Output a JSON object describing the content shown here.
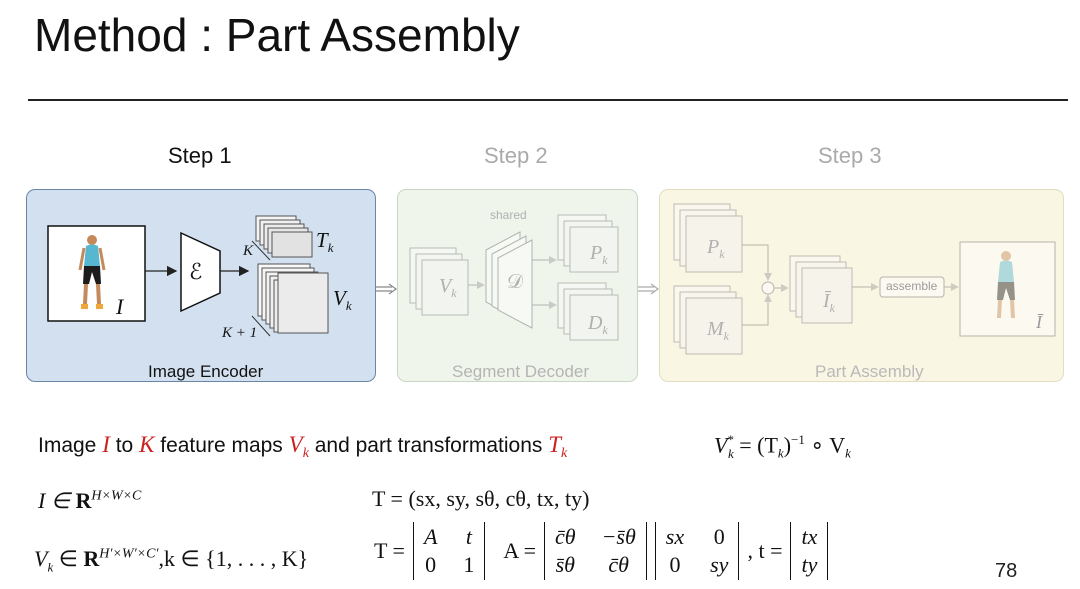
{
  "title": "Method : Part Assembly",
  "steps": [
    "Step 1",
    "Step 2",
    "Step 3"
  ],
  "panels": {
    "encoder": {
      "caption": "Image Encoder",
      "input_label": "I",
      "encoder_symbol": "ℰ",
      "transform_label": "T",
      "transform_sub": "k",
      "feature_label": "V",
      "feature_sub": "k",
      "dim_k": "K",
      "dim_k1": "K + 1"
    },
    "decoder": {
      "caption": "Segment Decoder",
      "shared_label": "shared",
      "decoder_symbol": "𝒟",
      "input_label": "V",
      "input_sub": "k",
      "out_p": "P",
      "out_p_sub": "k",
      "out_d": "D",
      "out_d_sub": "k"
    },
    "assembly": {
      "caption": "Part Assembly",
      "p_label": "P",
      "p_sub": "k",
      "m_label": "M",
      "m_sub": "k",
      "ibar_label": "Ī",
      "ibar_sub": "k",
      "assemble_label": "assemble",
      "output_label": "Ī"
    }
  },
  "description": {
    "t1": "Image ",
    "I": "I",
    "t2": " to ",
    "K": "K",
    "t3": " feature maps ",
    "V": "V",
    "Vsub": "k",
    "t4": " and part transformations ",
    "T": "T",
    "Tsub": "k"
  },
  "equations": {
    "vstar_lhs": "V",
    "vstar_sub": "k",
    "vstar_sup": "*",
    "vstar_rhs1": " = (T",
    "vstar_rhs_sub": "k",
    "vstar_rhs2": ")",
    "vstar_rhs_sup": "−1",
    "vstar_rhs3": " ∘ V",
    "vstar_rhs_sub2": "k",
    "I_space_lhs": "I ∈ ",
    "I_space_R": "R",
    "I_space_sup": "H×W×C",
    "T_tuple": "T = (s",
    "T_tuple_rest": "x, sy, sθ, cθ, tx, ty)",
    "V_space_lhs": "V",
    "V_space_sub": "k",
    "V_space_in": " ∈ ",
    "V_space_R": "R",
    "V_space_sup": "H′×W′×C′",
    "V_space_rest": ",k ∈ {1, . . . , K}",
    "T_eq": "T =",
    "T_mat": [
      "A",
      "t",
      "0",
      "1"
    ],
    "A_eq": "A =",
    "A_mat": [
      "c̄θ",
      "−s̄θ",
      "s̄θ",
      "c̄θ"
    ],
    "S_mat": [
      "sx",
      "0",
      "0",
      "sy"
    ],
    "t_eq": ", t =",
    "t_vec": [
      "tx",
      "ty"
    ]
  },
  "page_number": "78"
}
